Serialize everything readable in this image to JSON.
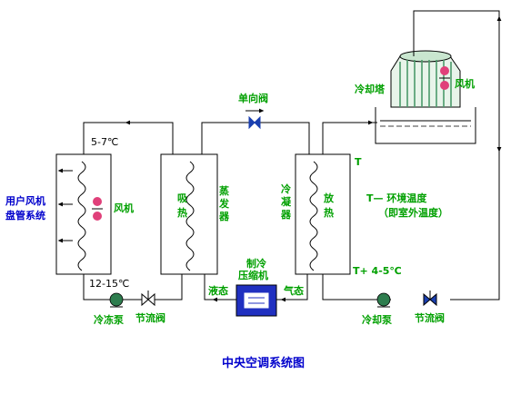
{
  "labels": {
    "check_valve": "单向阀",
    "cooling_tower": "冷却塔",
    "fan_tower": "风机",
    "supply_temp": "5-7℃",
    "return_temp": "12-15℃",
    "user_fan_coil_line1": "用户风机",
    "user_fan_coil_line2": "盘管系统",
    "fan_user": "风机",
    "absorb_heat": "吸热",
    "evaporator": "蒸发器",
    "condenser": "冷凝器",
    "release_heat": "放热",
    "t_symbol": "T",
    "t_legend_line1": "T— 环境温度",
    "t_legend_line2": "（即室外温度）",
    "t_plus": "T+ 4-5℃",
    "compressor_line1": "制冷",
    "compressor_line2": "压缩机",
    "liquid": "液态",
    "gas": "气态",
    "chilled_pump": "冷冻泵",
    "throttle_left": "节流阀",
    "cooling_pump": "冷却泵",
    "throttle_right": "节流阀",
    "caption": "中央空调系统图"
  },
  "colors": {
    "green_text": "#00a000",
    "blue_text": "#0000cc",
    "pipe": "#000000",
    "valve_blue": "#1a3fb0",
    "pump_green": "#2e7d4e",
    "fan_pink": "#e0407a",
    "compressor_blue": "#2030c0",
    "tower_green": "#4a9a6a"
  },
  "icons": [
    "fan-icon",
    "pump-icon",
    "valve-icon",
    "check-valve-icon",
    "compressor-icon",
    "cooling-tower-icon",
    "heat-coil-icon"
  ]
}
